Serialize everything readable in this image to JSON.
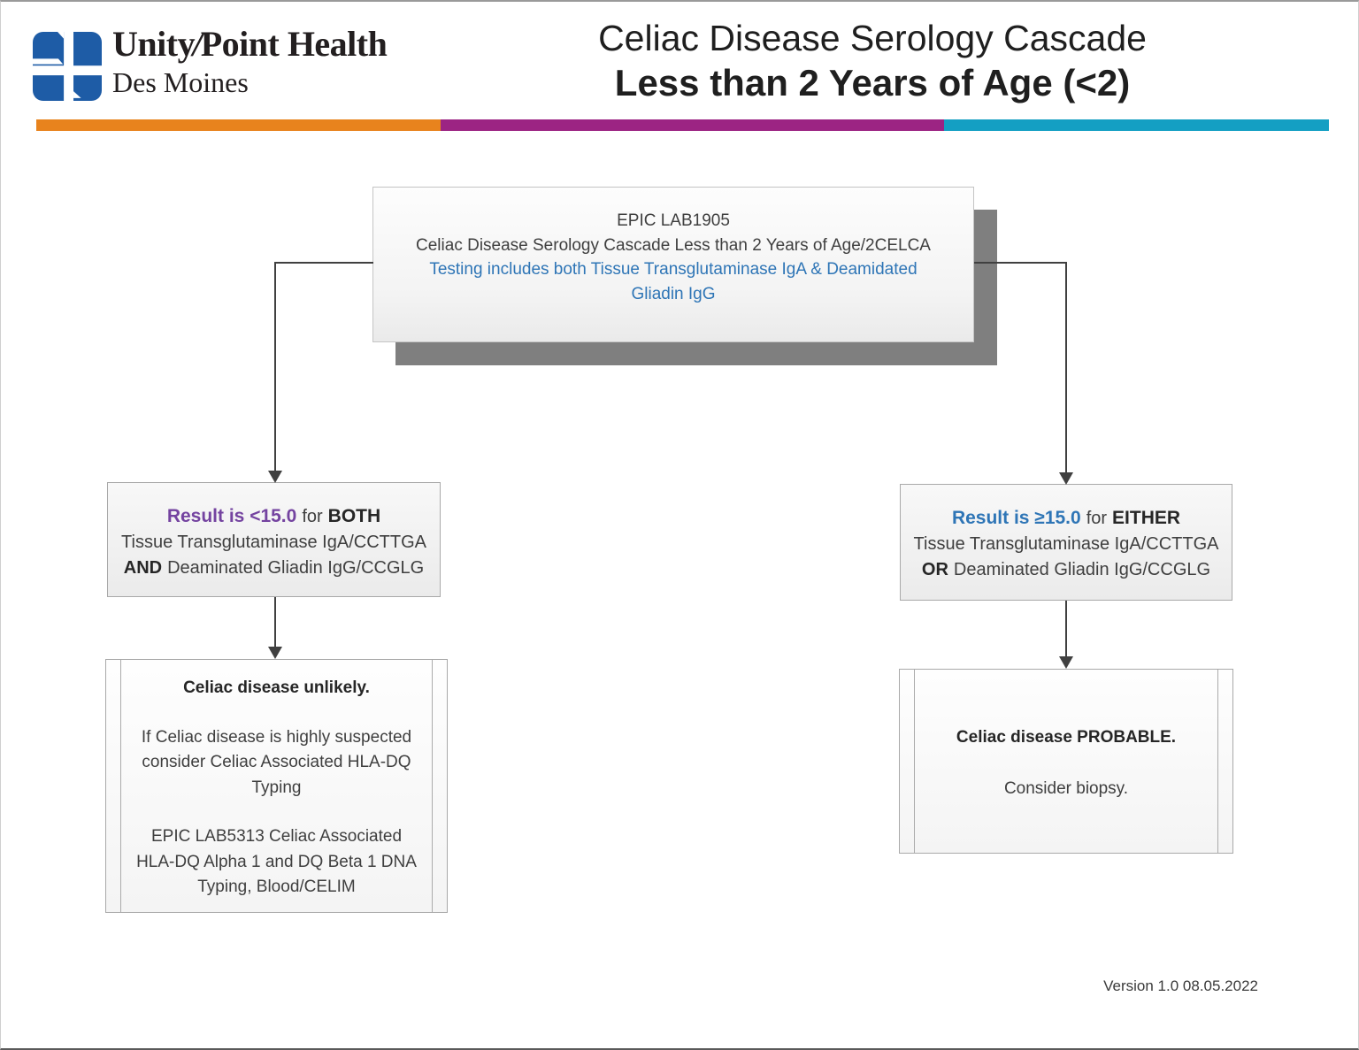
{
  "page": {
    "version": "Version 1.0 08.05.2022"
  },
  "header": {
    "org_name_part1": "Unity",
    "org_slash": "/",
    "org_name_part2": "Point Health",
    "org_location": "Des Moines",
    "title_line1": "Celiac Disease Serology Cascade",
    "title_line2": "Less than 2 Years of Age (<2)",
    "divider_colors": {
      "orange": "#E8831D",
      "purple": "#9C2483",
      "teal": "#149FC3"
    },
    "logo_blue": "#1E5CA6"
  },
  "flowchart": {
    "root_box": {
      "line1": "EPIC LAB1905",
      "line2": "Celiac Disease Serology Cascade Less than 2 Years of Age/2CELCA",
      "note_lines": [
        "Testing includes both Tissue Transglutaminase IgA & Deamidated",
        "Gliadin IgG"
      ],
      "note_color": "#2E75B6"
    },
    "left_condition_box": {
      "result": "Result is <15.0",
      "result_color": "#7443A0",
      "for_word": "for",
      "qualifier": "BOTH",
      "line2": "Tissue Transglutaminase IgA/CCTTGA",
      "operator": "AND",
      "line3_rest": "Deaminated Gliadin IgG/CCGLG"
    },
    "right_condition_box": {
      "result": "Result is ≥15.0",
      "result_color": "#2E75B6",
      "for_word": "for",
      "qualifier": "EITHER",
      "line2": "Tissue Transglutaminase IgA/CCTTGA",
      "operator": "OR",
      "line3_rest": "Deaminated Gliadin IgG/CCGLG"
    },
    "left_outcome_box": {
      "heading": "Celiac disease unlikely.",
      "para1_lines": [
        "If Celiac disease is highly suspected",
        "consider Celiac Associated HLA-DQ",
        "Typing"
      ],
      "para2_lines": [
        "EPIC LAB5313 Celiac Associated",
        "HLA-DQ Alpha 1 and DQ Beta 1 DNA",
        "Typing, Blood/CELIM"
      ]
    },
    "right_outcome_box": {
      "heading": "Celiac disease PROBABLE.",
      "para1": "Consider biopsy."
    }
  }
}
